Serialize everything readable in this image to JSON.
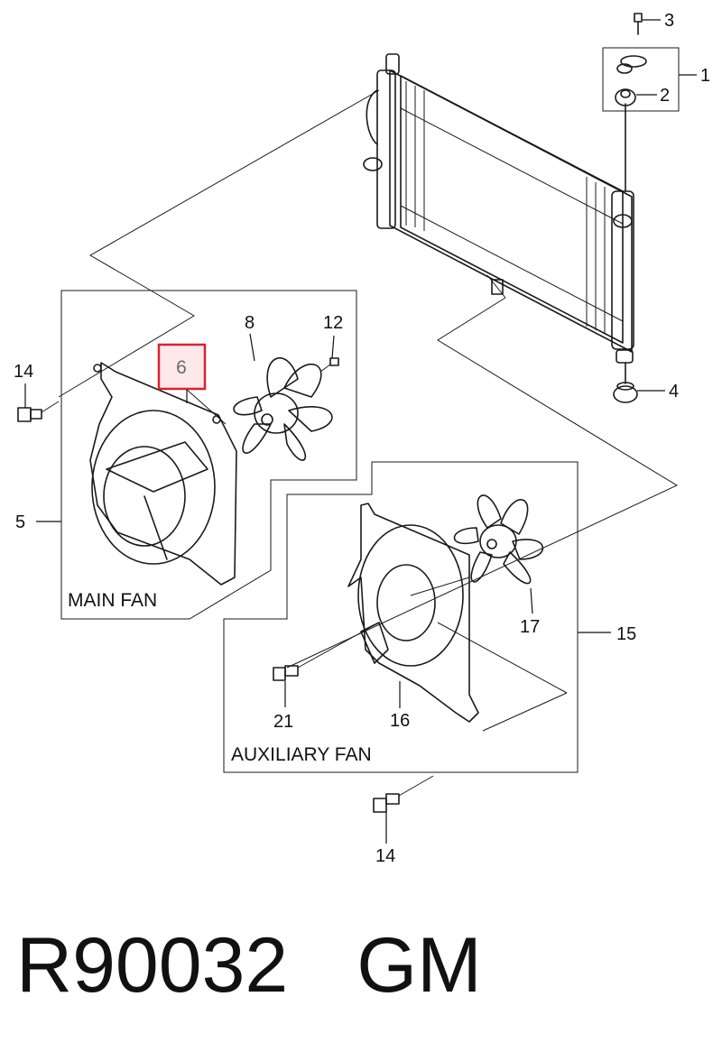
{
  "callouts": {
    "c1": "1",
    "c2": "2",
    "c3": "3",
    "c4": "4",
    "c5": "5",
    "c6": "6",
    "c8": "8",
    "c12": "12",
    "c14a": "14",
    "c14b": "14",
    "c15": "15",
    "c16": "16",
    "c17": "17",
    "c21": "21"
  },
  "boxes": {
    "main_fan": "MAIN FAN",
    "auxiliary_fan": "AUXILIARY FAN"
  },
  "highlight_color": "#d9232e",
  "footer": {
    "part_code": "R90032",
    "brand": "GM"
  }
}
